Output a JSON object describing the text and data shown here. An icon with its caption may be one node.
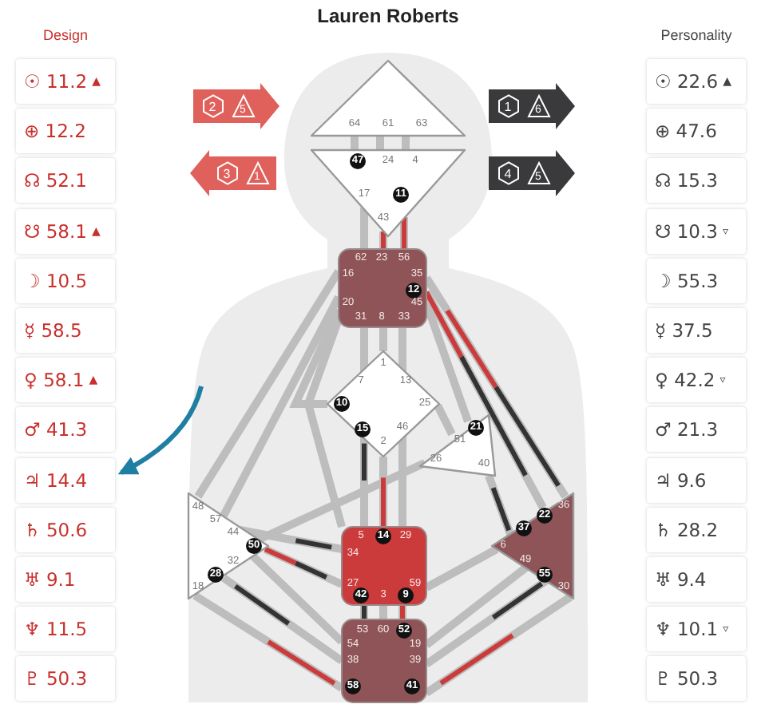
{
  "diagram": {
    "title": "Lauren Roberts",
    "nodes": [
      {
        "text": [
          "☉ 11.2",
          "▲"
        ]
      },
      {
        "text": [
          "⊕ 12.2"
        ]
      },
      {
        "text": [
          "☊ 52.1"
        ]
      },
      {
        "text": [
          "☋ 58.1",
          "▲"
        ]
      },
      {
        "text": [
          "☽ 10.5"
        ]
      },
      {
        "text": [
          "☿ 58.5"
        ]
      },
      {
        "text": [
          "♀ 58.1",
          "▲"
        ]
      },
      {
        "text": [
          "♂ 41.3"
        ]
      },
      {
        "text": [
          "♃ 14.4"
        ]
      },
      {
        "text": [
          "♄ 50.6"
        ]
      },
      {
        "text": [
          "♅ 9.1"
        ]
      },
      {
        "text": [
          "♆ 11.5"
        ]
      },
      {
        "text": [
          "♇ 50.3"
        ]
      },
      {
        "text": [
          "2",
          "5"
        ]
      },
      {
        "text": [
          "3",
          "1"
        ]
      },
      {
        "text": [
          "64",
          "61",
          "63"
        ]
      },
      {
        "text": [
          "47",
          "24",
          "4",
          "17",
          "11",
          "43"
        ]
      },
      {
        "text": [
          "1",
          "6"
        ]
      },
      {
        "text": [
          "4",
          "5"
        ]
      },
      {
        "text": [
          "62",
          "23",
          "56",
          "16",
          "35",
          "12",
          "20",
          "45",
          "31",
          "8",
          "33"
        ]
      },
      {
        "text": [
          "1",
          "7",
          "13",
          "10",
          "25",
          "15",
          "46",
          "2"
        ]
      },
      {
        "text": [
          "21",
          "51",
          "26",
          "40"
        ]
      },
      {
        "text": [
          "48",
          "57",
          "44",
          "50",
          "32",
          "28",
          "18"
        ]
      },
      {
        "text": [
          "5",
          "14",
          "29",
          "34",
          "27",
          "59",
          "42",
          "3",
          "9"
        ]
      },
      {
        "text": [
          "36",
          "22",
          "37",
          "6",
          "49",
          "55",
          "30"
        ]
      },
      {
        "text": [
          "53",
          "60",
          "52",
          "54",
          "19",
          "38",
          "39",
          "58",
          "41"
        ]
      },
      {
        "text": [
          "☉ 22.6",
          "▲"
        ]
      },
      {
        "text": [
          "⊕ 47.6"
        ]
      },
      {
        "text": [
          "☊ 15.3"
        ]
      },
      {
        "text": [
          "☋ 10.3",
          "▿"
        ]
      },
      {
        "text": [
          "☽ 55.3"
        ]
      },
      {
        "text": [
          "☿ 37.5"
        ]
      },
      {
        "text": [
          "♀ 42.2",
          "▿"
        ]
      },
      {
        "text": [
          "♂ 21.3"
        ]
      },
      {
        "text": [
          "♃ 9.6"
        ]
      },
      {
        "text": [
          "♄ 28.2"
        ]
      },
      {
        "text": [
          "♅ 9.4"
        ]
      },
      {
        "text": [
          "♆ 10.1",
          "▿"
        ]
      },
      {
        "text": [
          "♇ 50.3"
        ]
      }
    ],
    "edges": [
      {
        "from": 15,
        "to": 16,
        "arrow": "none"
      },
      {
        "from": 15,
        "to": 16,
        "arrow": "none"
      },
      {
        "from": 15,
        "to": 16,
        "arrow": "none"
      },
      {
        "from": 16,
        "to": 19,
        "arrow": "none"
      },
      {
        "from": 16,
        "to": 19,
        "arrow": "none"
      },
      {
        "from": 16,
        "to": 19,
        "arrow": "none"
      },
      {
        "from": 19,
        "to": 20,
        "arrow": "none"
      },
      {
        "from": 19,
        "to": 20,
        "arrow": "none"
      },
      {
        "from": 19,
        "to": 20,
        "arrow": "none"
      },
      {
        "from": 19,
        "to": 22,
        "arrow": "none"
      },
      {
        "from": 19,
        "to": 22,
        "arrow": "none"
      },
      {
        "from": 19,
        "to": 23,
        "arrow": "none"
      },
      {
        "from": 20,
        "to": 19,
        "arrow": "none"
      },
      {
        "from": 19,
        "to": 21,
        "arrow": "none"
      },
      {
        "from": 19,
        "to": 24,
        "arrow": "none"
      },
      {
        "from": 19,
        "to": 24,
        "arrow": "none"
      },
      {
        "from": 20,
        "to": 21,
        "arrow": "none"
      },
      {
        "from": 20,
        "to": 23,
        "arrow": "none"
      },
      {
        "from": 20,
        "to": 23,
        "arrow": "none"
      },
      {
        "from": 20,
        "to": 23,
        "arrow": "none"
      },
      {
        "from": 21,
        "to": 22,
        "arrow": "none"
      },
      {
        "from": 21,
        "to": 24,
        "arrow": "none"
      },
      {
        "from": 22,
        "to": 23,
        "arrow": "none"
      },
      {
        "from": 22,
        "to": 23,
        "arrow": "none"
      },
      {
        "from": 22,
        "to": 25,
        "arrow": "none"
      },
      {
        "from": 22,
        "to": 25,
        "arrow": "none"
      },
      {
        "from": 22,
        "to": 25,
        "arrow": "none"
      },
      {
        "from": 23,
        "to": 25,
        "arrow": "none"
      },
      {
        "from": 23,
        "to": 25,
        "arrow": "none"
      },
      {
        "from": 23,
        "to": 25,
        "arrow": "none"
      },
      {
        "from": 24,
        "to": 23,
        "arrow": "none"
      },
      {
        "from": 24,
        "to": 25,
        "arrow": "none"
      },
      {
        "from": 24,
        "to": 25,
        "arrow": "none"
      },
      {
        "from": 24,
        "to": 25,
        "arrow": "none"
      },
      {
        "from": null,
        "to": 8,
        "arrow": "to",
        "color": "#1f7fa3"
      }
    ],
    "labels": [
      "Design",
      "Personality"
    ]
  }
}
